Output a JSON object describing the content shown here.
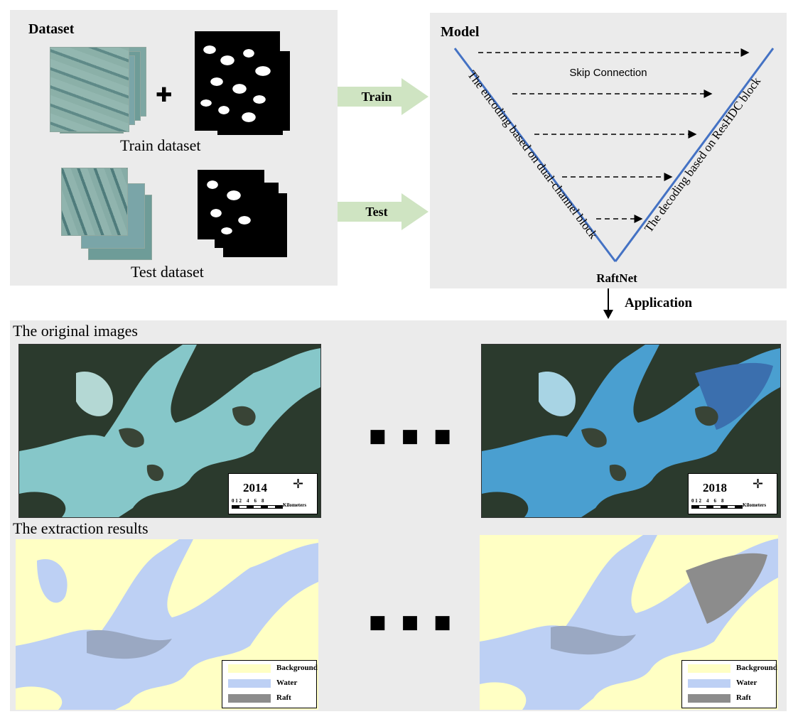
{
  "dataset": {
    "title": "Dataset",
    "train_label": "Train dataset",
    "test_label": "Test dataset",
    "plus": "✚"
  },
  "arrows": {
    "train": "Train",
    "test": "Test",
    "application": "Application"
  },
  "model": {
    "title": "Model",
    "skip_connection": "Skip Connection",
    "encoding": "The encoding based on dual-channel block",
    "decoding": "The decoding based on ResHDC block",
    "name": "RaftNet"
  },
  "results": {
    "original_title": "The original images",
    "extraction_title": "The extraction results",
    "ellipsis": "■ ■ ■",
    "maps": [
      {
        "year": "2014",
        "scale_ticks": "0 1 2    4    6    8",
        "scale_unit": "Kilometers"
      },
      {
        "year": "2018",
        "scale_ticks": "0 1 2    4    6    8",
        "scale_unit": "Kilometers"
      }
    ],
    "legend": [
      {
        "label": "Background",
        "color": "#ffffc4"
      },
      {
        "label": "Water",
        "color": "#bdd0f4"
      },
      {
        "label": "Raft",
        "color": "#8c8c8c"
      }
    ]
  },
  "colors": {
    "panel_bg": "#ebebeb",
    "arrow_green": "#cfe4c2",
    "vnet_blue": "#4472c4",
    "background_fill": "#ffffc4",
    "water_fill": "#bdd0f4",
    "raft_fill": "#8c8c8c"
  }
}
